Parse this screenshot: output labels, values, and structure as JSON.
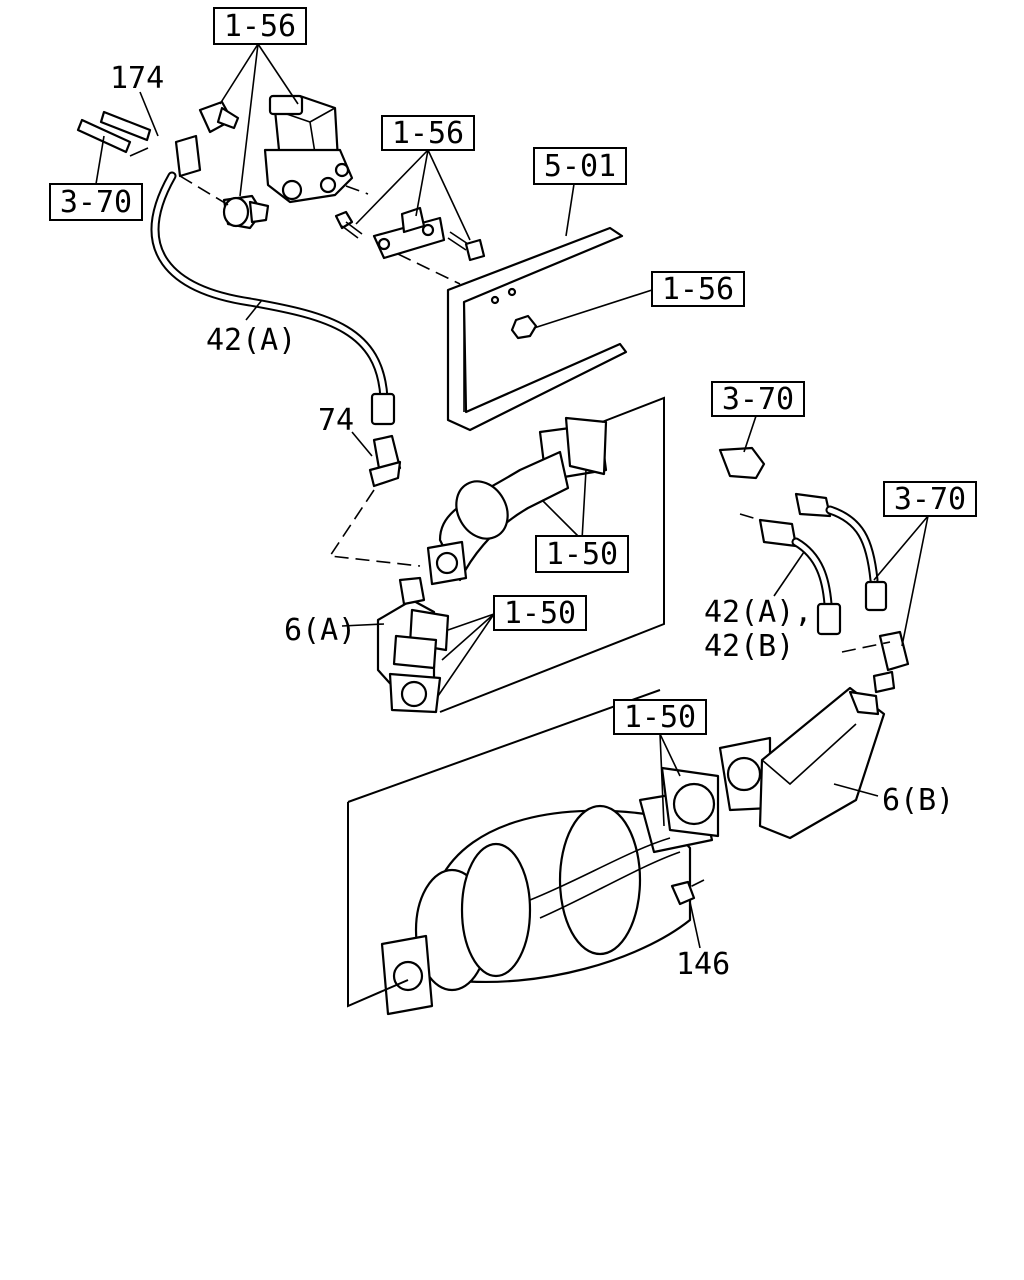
{
  "labels": {
    "ref_1_56_top": "1-56",
    "ref_1_56_mid": "1-56",
    "ref_1_56_right": "1-56",
    "ref_5_01": "5-01",
    "ref_3_70_left": "3-70",
    "ref_3_70_right_top": "3-70",
    "ref_3_70_right_mid": "3-70",
    "ref_1_50_center": "1-50",
    "ref_1_50_left": "1-50",
    "ref_1_50_bottom": "1-50",
    "part_174": "174",
    "part_42a": "42(A)",
    "part_74": "74",
    "part_6a": "6(A)",
    "part_42ab_line1": "42(A),",
    "part_42ab_line2": "42(B)",
    "part_6b": "6(B)",
    "part_146": "146"
  }
}
